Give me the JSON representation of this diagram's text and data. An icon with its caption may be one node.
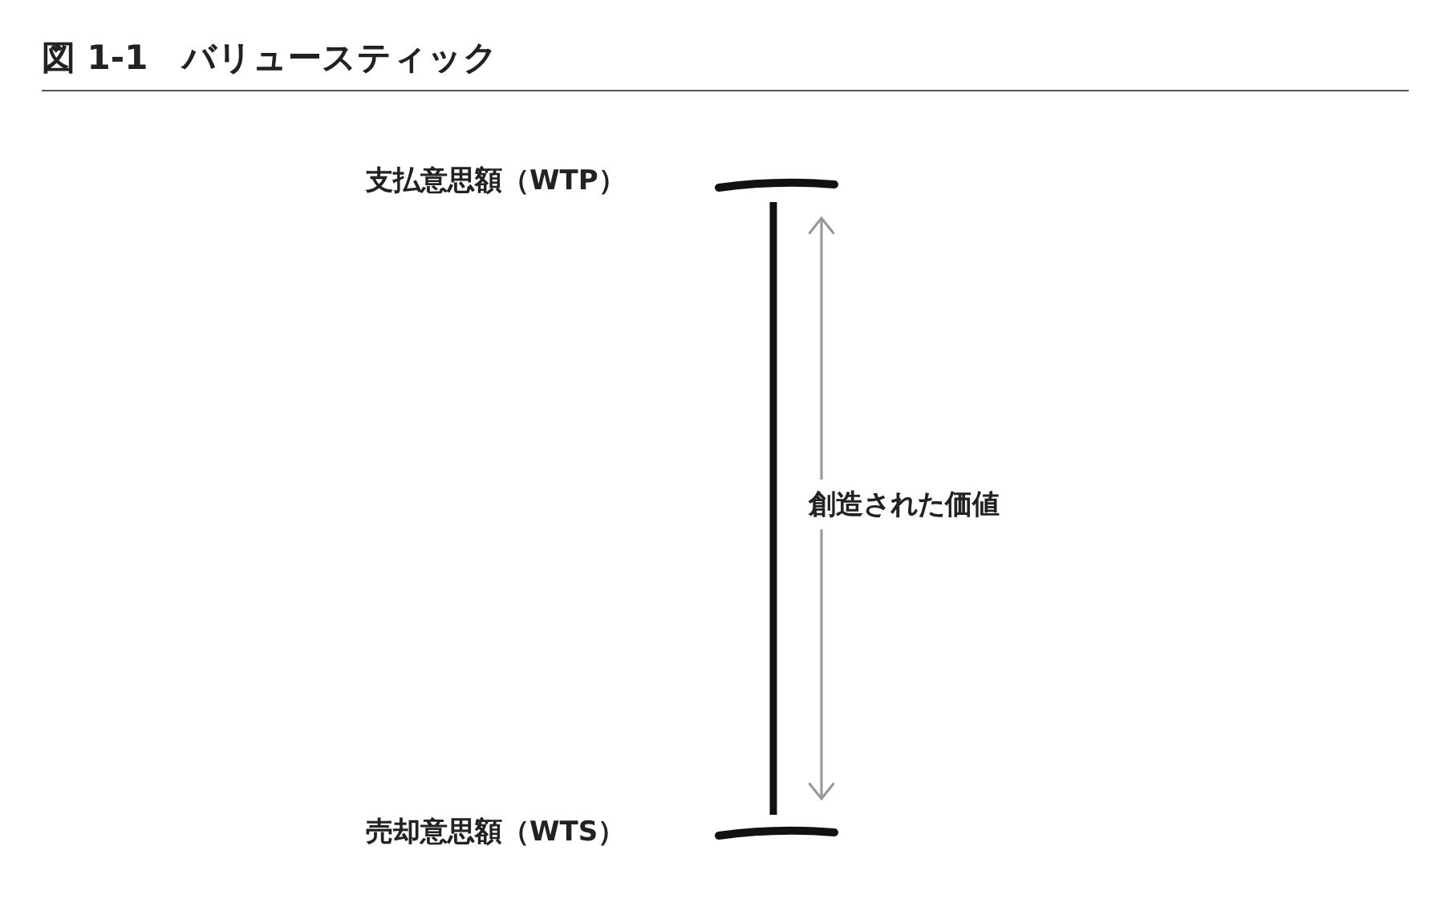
{
  "diagram": {
    "title": "図 1-1　バリュースティック",
    "nodes": [
      {
        "text": [
          "支払意思額（WTP）"
        ]
      },
      {
        "text": [
          "売却意思額（WTS）"
        ]
      }
    ],
    "edges": [
      {
        "from": 0,
        "to": 1,
        "arrow": "none",
        "style": "thick"
      },
      {
        "from": 0,
        "to": 1,
        "arrow": "both",
        "color": "#999999",
        "label": "創造された価値"
      }
    ]
  }
}
